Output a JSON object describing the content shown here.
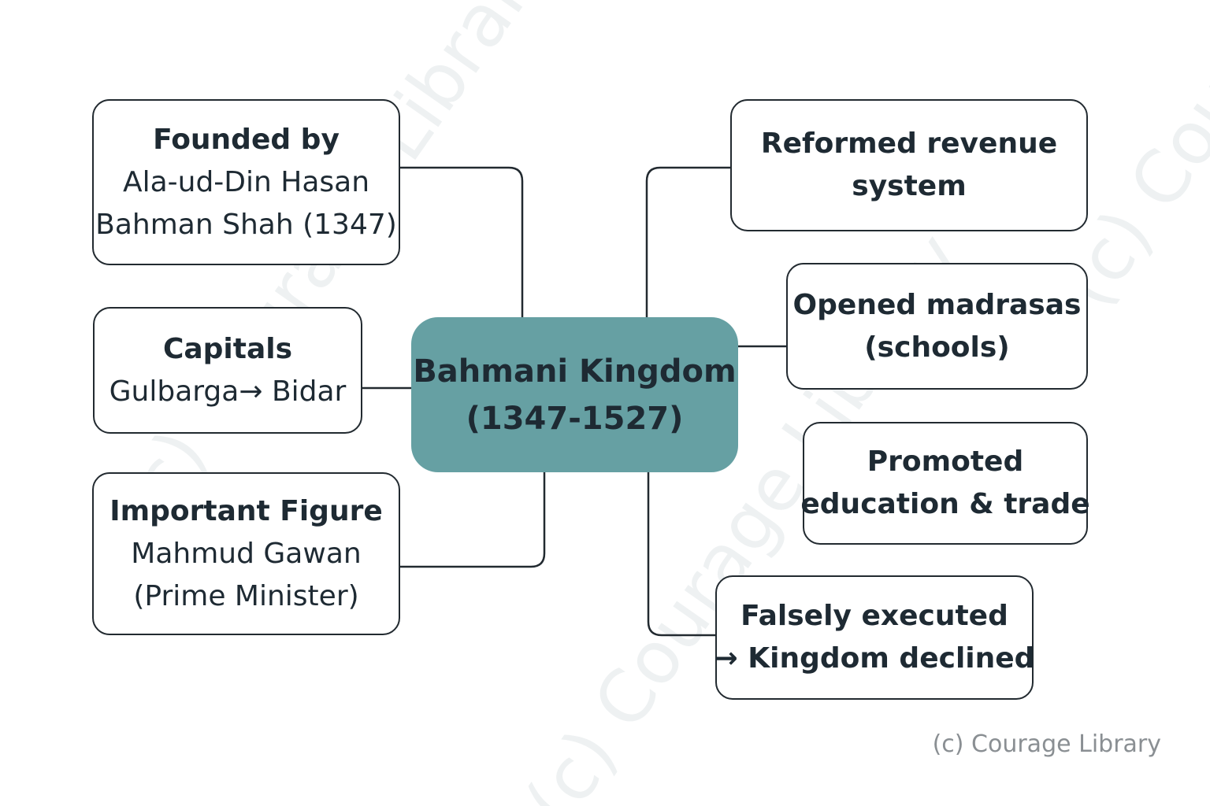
{
  "colors": {
    "center_fill": "#66a0a3",
    "border": "#222a30",
    "connector": "#222a30",
    "text": "#1e2a33",
    "watermark": "#eef1f2",
    "copyright": "#8a8f93"
  },
  "center": {
    "lines": [
      "Bahmani Kingdom",
      "(1347-1527)"
    ]
  },
  "nodes": {
    "founded": {
      "heading": "Founded by",
      "details": [
        "Ala-ud-Din Hasan",
        "Bahman Shah (1347)"
      ]
    },
    "capitals": {
      "heading": "Capitals",
      "details": [
        "Gulbarga→ Bidar"
      ]
    },
    "figure": {
      "heading": "Important Figure",
      "details": [
        "Mahmud Gawan",
        "(Prime Minister)"
      ]
    },
    "revenue": {
      "lines": [
        "Reformed revenue",
        "system"
      ]
    },
    "madrasas": {
      "lines": [
        "Opened madrasas",
        "(schools)"
      ]
    },
    "education": {
      "lines": [
        "Promoted",
        "education & trade"
      ]
    },
    "executed": {
      "lines": [
        "Falsely executed",
        "→ Kingdom declined"
      ]
    }
  },
  "watermark": "(c) Courage Library",
  "copyright": "(c) Courage Library"
}
